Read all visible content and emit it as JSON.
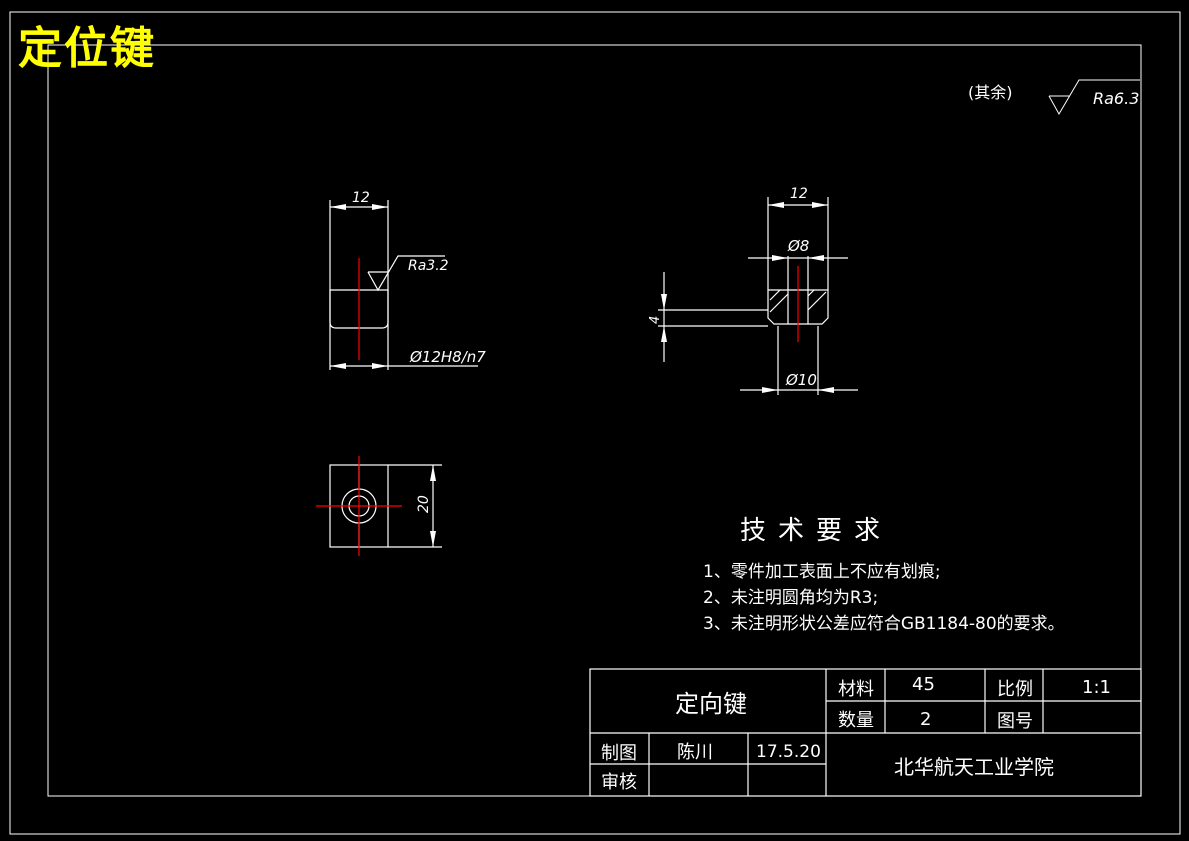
{
  "title": "定位键",
  "roughness_note": {
    "label": "(其余)",
    "value": "Ra6.3"
  },
  "side_view": {
    "width_dim": "12",
    "roughness": "Ra3.2",
    "fit_dim": "Ø12H8/n7"
  },
  "top_view": {
    "width_dim": "20"
  },
  "section_view": {
    "width_dim": "12",
    "hole_dim": "Ø8",
    "height_dim": "4",
    "shaft_dim": "Ø10"
  },
  "tech_requirements": {
    "heading": "技术要求",
    "items": [
      "1、零件加工表面上不应有划痕;",
      "2、未注明圆角均为R3;",
      "3、未注明形状公差应符合GB1184-80的要求。"
    ]
  },
  "title_block": {
    "part_name": "定向键",
    "material_label": "材料",
    "material_value": "45",
    "scale_label": "比例",
    "scale_value": "1:1",
    "quantity_label": "数量",
    "quantity_value": "2",
    "drawing_no_label": "图号",
    "drawn_label": "制图",
    "drawn_by": "陈川",
    "date": "17.5.20",
    "checked_label": "审核",
    "institution": "北华航天工业学院"
  },
  "colors": {
    "background": "#000000",
    "line": "#ffffff",
    "center_line": "#ff0000",
    "title": "#ffff00"
  }
}
